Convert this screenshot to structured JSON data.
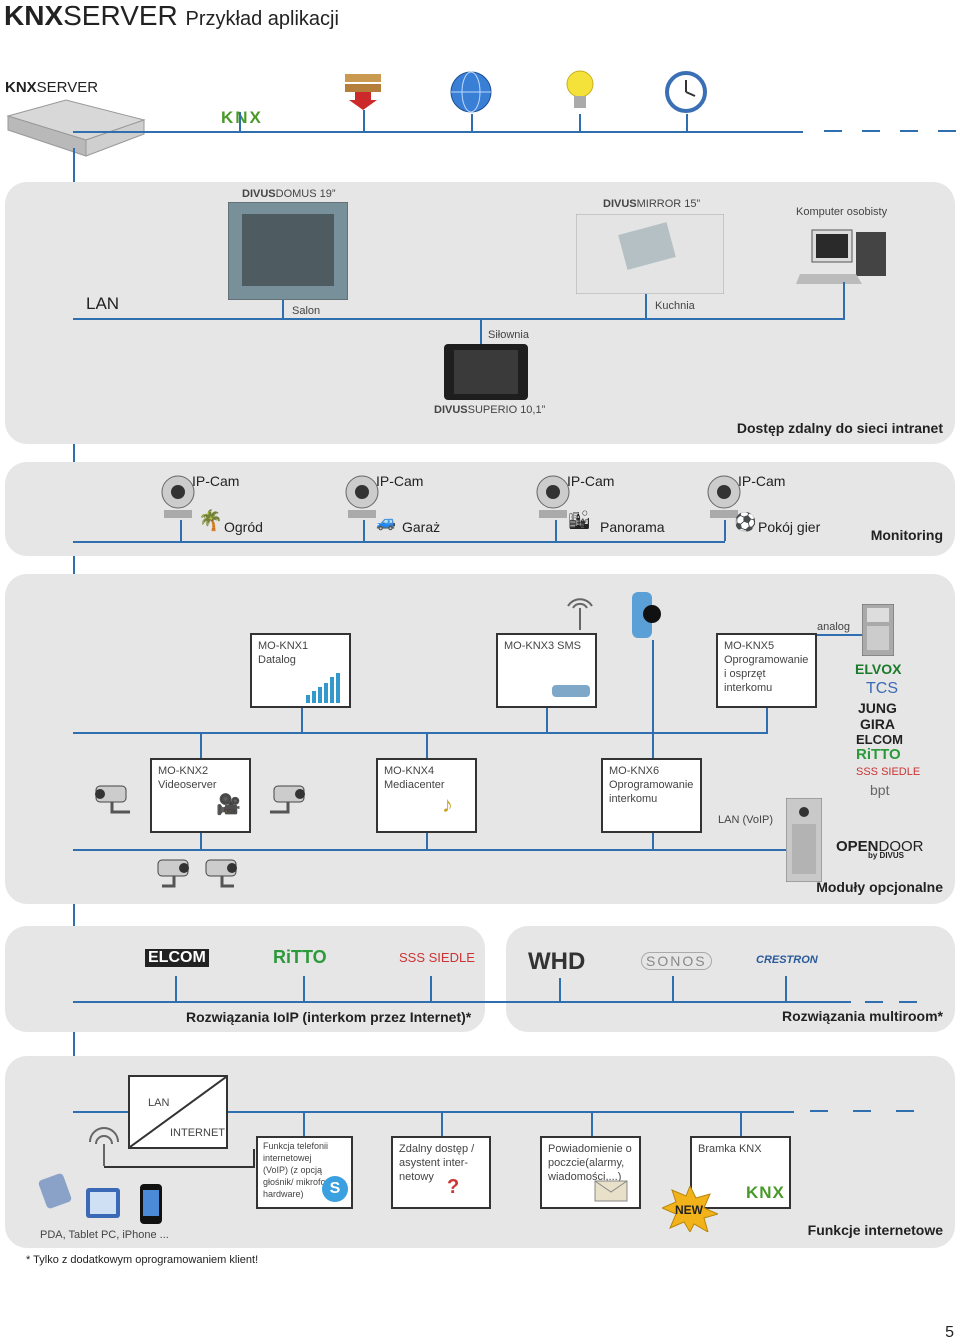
{
  "header": {
    "title_bold": "KNX",
    "title_rest": "SERVER",
    "subtitle": "Przykład aplikacji"
  },
  "server": {
    "label_bold": "KNX",
    "label_rest": "SERVER",
    "knx_logo": "KNX"
  },
  "top_icons": [
    "database-icon",
    "globe-icon",
    "bulb-icon",
    "clock-icon"
  ],
  "lan_section": {
    "lan_label": "LAN",
    "domus": {
      "brand": "DIVUS",
      "model": "DOMUS 19”",
      "room": "Salon"
    },
    "mirror": {
      "brand": "DIVUS",
      "model": "MIRROR 15”",
      "room": "Kuchnia"
    },
    "pc": {
      "label": "Komputer osobisty"
    },
    "superio": {
      "brand": "DIVUS",
      "model": "SUPERIO 10,1”",
      "room": "Siłownia"
    },
    "footer": "Dostęp zdalny do sieci intranet"
  },
  "monitoring": {
    "cams": [
      {
        "label": "IP-Cam",
        "place": "Ogród"
      },
      {
        "label": "IP-Cam",
        "place": "Garaż"
      },
      {
        "label": "IP-Cam",
        "place": "Panorama"
      },
      {
        "label": "IP-Cam",
        "place": "Pokój gier"
      }
    ],
    "footer": "Monitoring"
  },
  "modules": {
    "knx1": {
      "title": "MO-KNX1",
      "sub": "Datalog"
    },
    "knx3": {
      "title": "MO-KNX3 SMS"
    },
    "knx5": {
      "title": "MO-KNX5",
      "sub": "Oprogramowanie i osprzęt interkomu"
    },
    "knx2": {
      "title": "MO-KNX2",
      "sub": "Videoserver"
    },
    "knx4": {
      "title": "MO-KNX4",
      "sub": "Mediacenter"
    },
    "knx6": {
      "title": "MO-KNX6",
      "sub": "Oprogramowanie interkomu"
    },
    "analog": "analog",
    "lan_voip": "LAN (VoIP)",
    "brands": [
      "ELVOX",
      "TCS",
      "JUNG",
      "GIRA",
      "ELCOM",
      "RiTTO",
      "SSS SIEDLE",
      "bpt"
    ],
    "opendoor": {
      "bold": "OPEN",
      "rest": "DOOR",
      "by": "by DIVUS"
    },
    "footer": "Moduły opcjonalne"
  },
  "ioip": {
    "brands": [
      "ELCOM",
      "RiTTO",
      "SSS SIEDLE"
    ],
    "footer": "Rozwiązania IoIP (interkom przez Internet)*"
  },
  "multiroom": {
    "brands": [
      "WHD",
      "SONOS",
      "CRESTRON"
    ],
    "footer": "Rozwiązania multiroom*"
  },
  "internet": {
    "lan": "LAN",
    "internet": "INTERNET",
    "pda": "PDA, Tablet PC, iPhone ...",
    "boxes": [
      "Funkcja telefonii internetowej (VoIP) (z opcją głośnik/ mikrofon) hardware)",
      "Zdalny dostęp / asystent inter-netowy",
      "Powiadomienie o poczcie(alarmy, wiadomości,...)",
      "Bramka KNX"
    ],
    "new_badge": "NEW",
    "knx_logo": "KNX",
    "footer": "Funkcje internetowe"
  },
  "footnote": "* Tylko z dodatkowym oprogramowaniem klient!",
  "page_number": "5",
  "colors": {
    "line": "#2f6fb0",
    "panel": "#e6e6e6",
    "knx_green": "#4a9a2a",
    "red": "#c0202a"
  }
}
